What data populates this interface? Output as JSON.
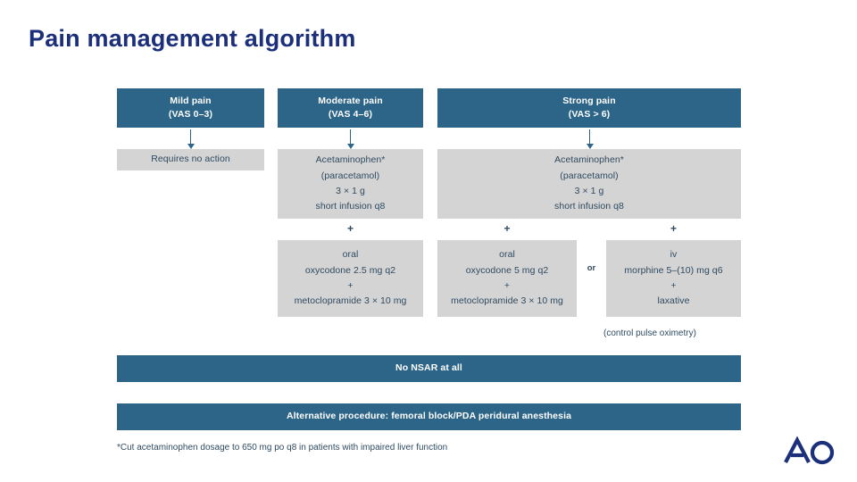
{
  "slide": {
    "title": "Pain management algorithm"
  },
  "columns": [
    {
      "id": "mild",
      "header": {
        "line1": "Mild pain",
        "line2": "(VAS 0–3)"
      },
      "primary": {
        "lines": [
          "Requires no action"
        ]
      },
      "secondary": null
    },
    {
      "id": "moderate",
      "header": {
        "line1": "Moderate pain",
        "line2": "(VAS 4–6)"
      },
      "primary": {
        "lines": [
          "Acetaminophen*",
          "(paracetamol)",
          "3 × 1 g",
          "short infusion q8"
        ]
      },
      "connector": "+",
      "secondary": {
        "lines": [
          "oral",
          "oxycodone 2.5 mg q2",
          "+",
          "metoclopramide 3 × 10 mg"
        ]
      }
    },
    {
      "id": "strong",
      "header": {
        "line1": "Strong pain",
        "line2": "(VAS > 6)"
      },
      "primary": {
        "lines": [
          "Acetaminophen*",
          "(paracetamol)",
          "3 × 1 g",
          "short infusion q8"
        ]
      },
      "connector_left": "+",
      "connector_right": "+",
      "alternative_separator": "or",
      "secondary_left": {
        "lines": [
          "oral",
          "oxycodone 5 mg q2",
          "+",
          "metoclopramide 3 × 10 mg"
        ]
      },
      "secondary_right": {
        "lines": [
          "iv",
          "morphine 5–(10) mg q6",
          "+",
          "laxative"
        ]
      },
      "note": "(control pulse oximetry)"
    }
  ],
  "banners": [
    {
      "id": "no-nsar",
      "label": "No NSAR at all"
    },
    {
      "id": "alternative-procedure",
      "label": "Alternative procedure: femoral block/PDA peridural anesthesia"
    }
  ],
  "footnote": "*Cut acetaminophen dosage to 650 mg po q8 in patients with impaired liver function",
  "logo": {
    "text": "AO"
  },
  "colors": {
    "title": "#1b2f7a",
    "navy_box": "#2d6589",
    "grey_box": "#d4d4d4",
    "body_text": "#2f4a60",
    "navy_text": "#ffffff",
    "logo": "#1b2f7a"
  }
}
